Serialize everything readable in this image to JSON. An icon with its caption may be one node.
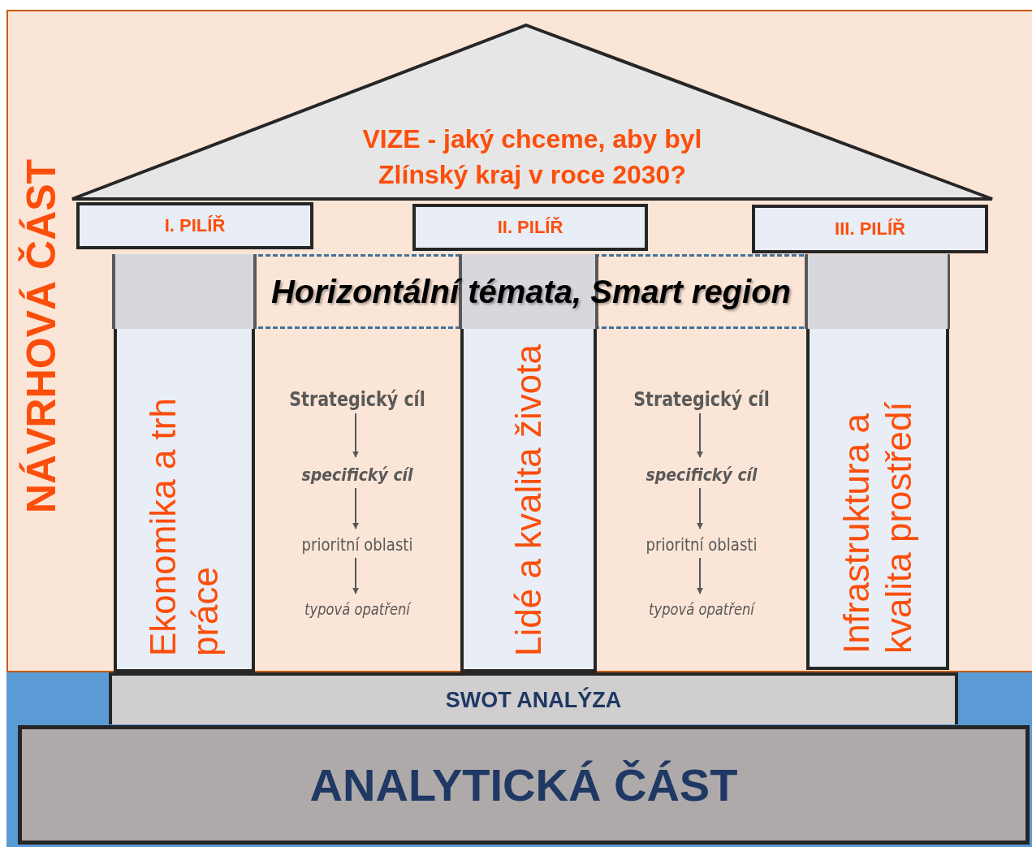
{
  "diagram": {
    "nodes": [
      {
        "text": [
          "NÁVRHOVÁ ČÁST"
        ]
      },
      {
        "text": [
          "VIZE - jaký chceme, aby byl Zlínský kraj v roce 2030?"
        ],
        "in": 0
      },
      {
        "text": [
          "I. PILÍŘ"
        ],
        "in": 0
      },
      {
        "text": [
          "II. PILÍŘ"
        ],
        "in": 0
      },
      {
        "text": [
          "III. PILÍŘ"
        ],
        "in": 0
      },
      {
        "text": [
          "Ekonomika a trh práce"
        ],
        "in": 0
      },
      {
        "text": [
          "Lidé a kvalita života"
        ],
        "in": 0
      },
      {
        "text": [
          "Infrastruktura a kvalita prostředí"
        ],
        "in": 0
      },
      {
        "text": [
          "Horizontální témata, Smart region"
        ],
        "in": 0
      },
      {
        "text": [
          "Strategický cíl"
        ],
        "in": 0
      },
      {
        "text": [
          "specifický cíl"
        ],
        "in": 0
      },
      {
        "text": [
          "prioritní oblasti"
        ],
        "in": 0
      },
      {
        "text": [
          "typová opatření"
        ],
        "in": 0
      },
      {
        "text": [
          "Strategický cíl"
        ],
        "in": 0
      },
      {
        "text": [
          "specifický cíl"
        ],
        "in": 0
      },
      {
        "text": [
          "prioritní oblasti"
        ],
        "in": 0
      },
      {
        "text": [
          "typová opatření"
        ],
        "in": 0
      },
      {
        "text": [
          "SWOT ANALÝZA"
        ]
      },
      {
        "text": [
          "ANALYTICKÁ ČÁST"
        ]
      }
    ],
    "edges": [
      {
        "from": 9,
        "to": 10,
        "arrow": "to"
      },
      {
        "from": 10,
        "to": 11,
        "arrow": "to"
      },
      {
        "from": 11,
        "to": 12,
        "arrow": "to"
      },
      {
        "from": 13,
        "to": 14,
        "arrow": "to"
      },
      {
        "from": 14,
        "to": 15,
        "arrow": "to"
      },
      {
        "from": 15,
        "to": 16,
        "arrow": "to"
      }
    ]
  }
}
